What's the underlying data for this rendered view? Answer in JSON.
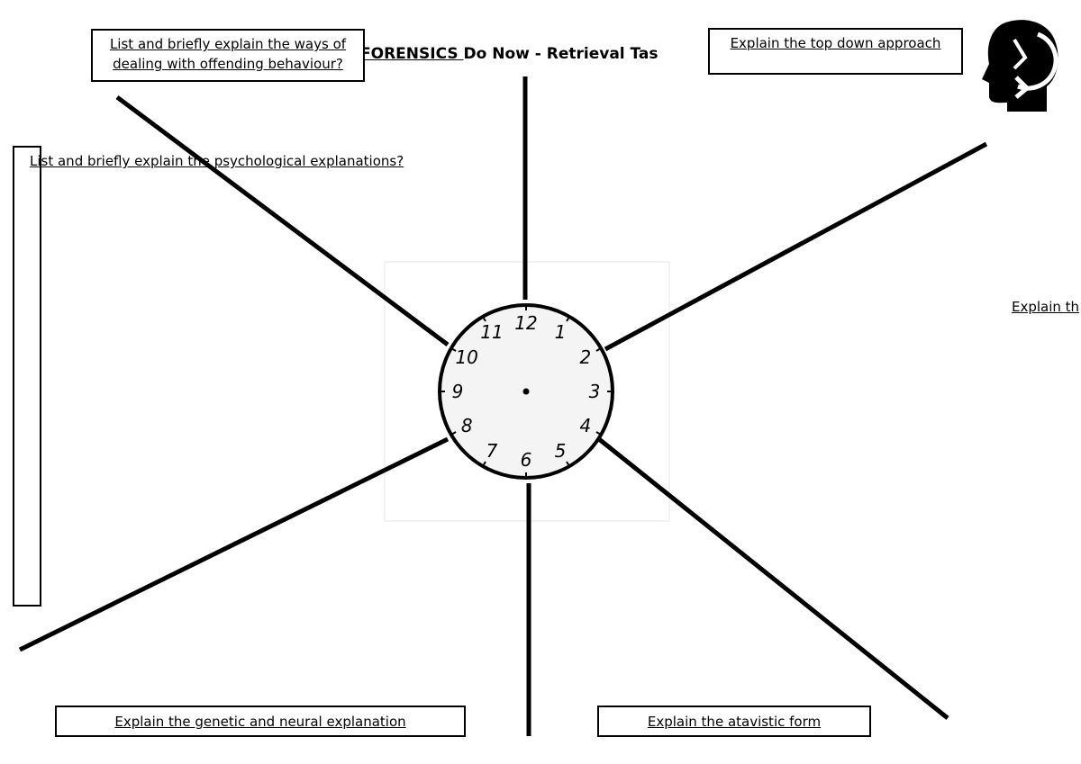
{
  "title": {
    "underlined": "FORENSICS ",
    "rest": "Do Now - Retrieval Tas"
  },
  "prompts": {
    "offending": "List and briefly explain the ways of dealing with offending behaviour?",
    "top_down": "Explain the top down approach",
    "psychological": "List and briefly explain the psychological explanations?",
    "right_cut": "Explain th",
    "genetic": "Explain the genetic and neural explanation",
    "atavistic": "Explain the atavistic form"
  },
  "clock": {
    "numbers": [
      "12",
      "1",
      "2",
      "3",
      "4",
      "5",
      "6",
      "7",
      "8",
      "9",
      "10",
      "11"
    ]
  },
  "icons": {
    "logo": "head-with-clock-arrow-icon"
  },
  "colors": {
    "ink": "#000000",
    "clock_face": "#f4f4f4"
  }
}
